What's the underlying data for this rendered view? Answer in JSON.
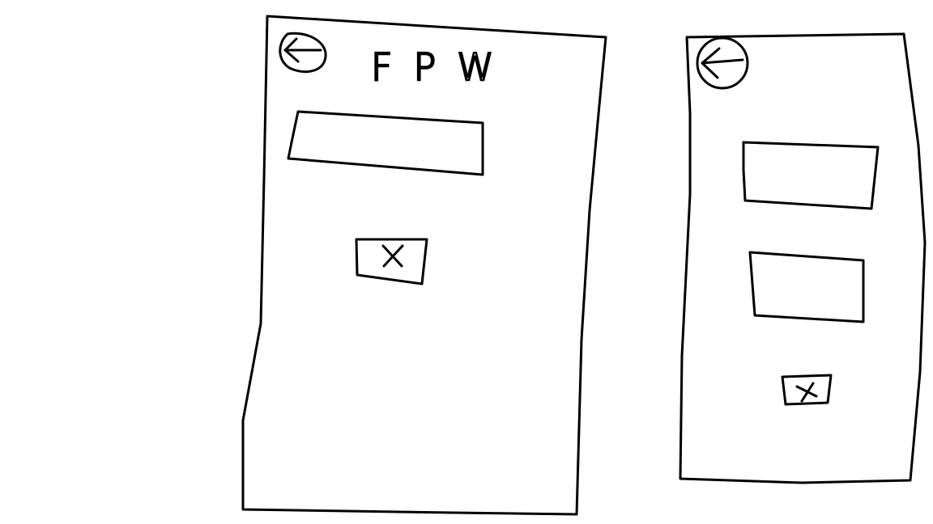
{
  "screens": [
    {
      "id": "forgot-password-screen",
      "title": "FPW",
      "back_icon": "back-arrow-icon",
      "fields": [
        {
          "type": "input",
          "value": ""
        }
      ],
      "action_icon": "close-x-icon"
    },
    {
      "id": "second-screen",
      "title": "",
      "back_icon": "back-arrow-icon",
      "fields": [
        {
          "type": "input",
          "value": ""
        },
        {
          "type": "input",
          "value": ""
        }
      ],
      "action_icon": "close-x-icon"
    }
  ],
  "colors": {
    "ink": "#000000",
    "paper": "#ffffff"
  }
}
